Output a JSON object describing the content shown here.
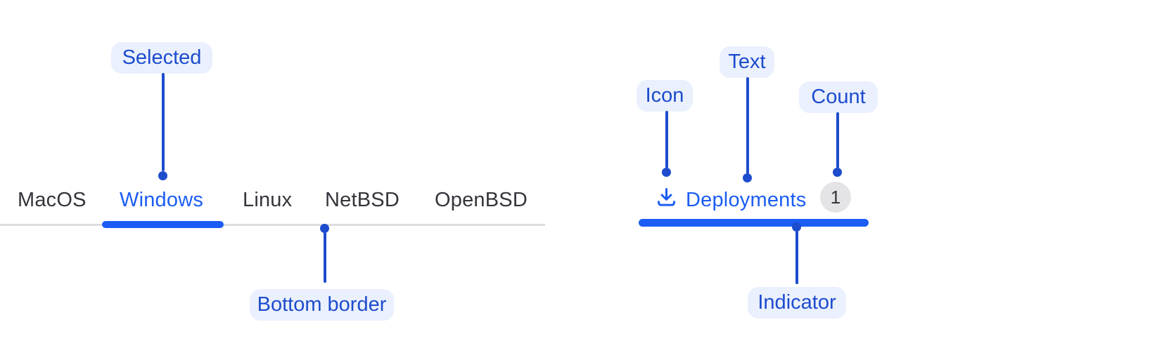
{
  "colors": {
    "component_blue": "#1B5DF4",
    "annotation_blue": "#1D4CCD",
    "annotation_pill_bg": "#EAF0FD",
    "tab_text": "#35343C",
    "tab_bar_border": "#DEDEE2",
    "count_badge_bg": "#E4E4E6",
    "count_badge_text": "#35343C",
    "background": "#FFFFFF"
  },
  "tab_bar": {
    "tabs": [
      {
        "label": "MacOS",
        "selected": false
      },
      {
        "label": "Windows",
        "selected": true
      },
      {
        "label": "Linux",
        "selected": false
      },
      {
        "label": "NetBSD",
        "selected": false
      },
      {
        "label": "OpenBSD",
        "selected": false
      }
    ]
  },
  "deployment_tab": {
    "icon": "download-icon",
    "label": "Deployments",
    "count": "1"
  },
  "annotations": {
    "selected": "Selected",
    "bottom_border": "Bottom border",
    "icon": "Icon",
    "text": "Text",
    "count": "Count",
    "indicator": "Indicator"
  }
}
